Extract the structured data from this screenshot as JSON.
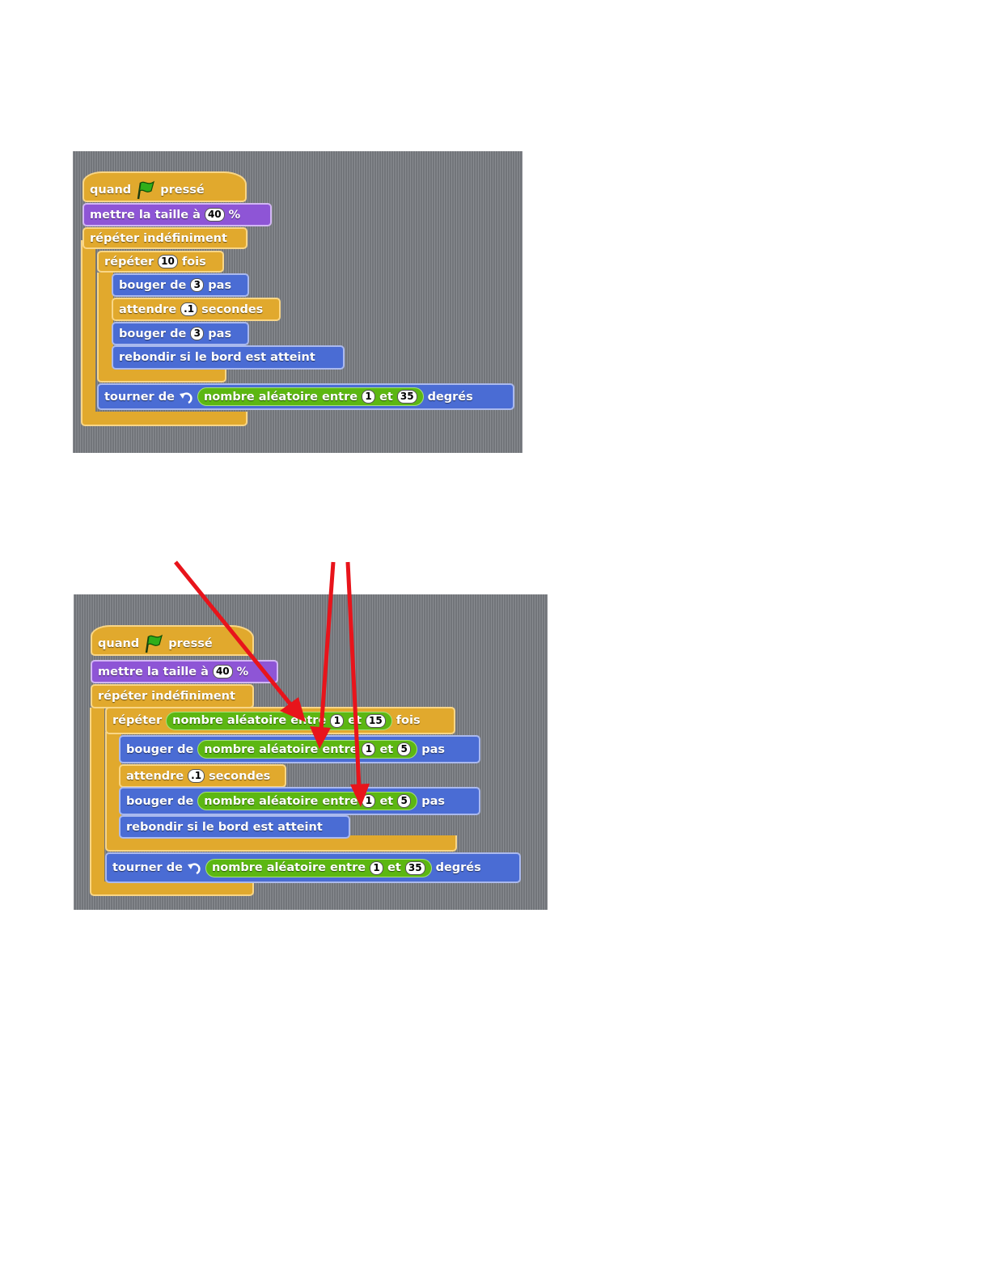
{
  "script1": {
    "hat": {
      "when": "quand",
      "pressed": "pressé",
      "flag_icon": "green-flag-icon"
    },
    "set_size": {
      "label": "mettre la taille à",
      "value": "40",
      "unit": "%"
    },
    "forever": {
      "label": "répéter indéfiniment"
    },
    "repeat": {
      "label": "répéter",
      "times": "10",
      "suffix": "fois"
    },
    "move1": {
      "label": "bouger de",
      "value": "3",
      "suffix": "pas"
    },
    "wait": {
      "label": "attendre",
      "value": ".1",
      "suffix": "secondes"
    },
    "move2": {
      "label": "bouger de",
      "value": "3",
      "suffix": "pas"
    },
    "bounce": {
      "label": "rebondir si le bord est atteint"
    },
    "turn": {
      "label": "tourner de",
      "random_label": "nombre aléatoire entre",
      "min": "1",
      "and": "et",
      "max": "35",
      "suffix": "degrés",
      "rotate_icon": "rotate-left-icon"
    }
  },
  "script2": {
    "hat": {
      "when": "quand",
      "pressed": "pressé",
      "flag_icon": "green-flag-icon"
    },
    "set_size": {
      "label": "mettre la taille à",
      "value": "40",
      "unit": "%"
    },
    "forever": {
      "label": "répéter indéfiniment"
    },
    "repeat": {
      "label": "répéter",
      "random_label": "nombre aléatoire entre",
      "min": "1",
      "and": "et",
      "max": "15",
      "suffix": "fois"
    },
    "move1": {
      "label": "bouger de",
      "random_label": "nombre aléatoire entre",
      "min": "1",
      "and": "et",
      "max": "5",
      "suffix": "pas"
    },
    "wait": {
      "label": "attendre",
      "value": ".1",
      "suffix": "secondes"
    },
    "move2": {
      "label": "bouger de",
      "random_label": "nombre aléatoire entre",
      "min": "1",
      "and": "et",
      "max": "5",
      "suffix": "pas"
    },
    "bounce": {
      "label": "rebondir si le bord est atteint"
    },
    "turn": {
      "label": "tourner de",
      "random_label": "nombre aléatoire entre",
      "min": "1",
      "and": "et",
      "max": "35",
      "suffix": "degrés",
      "rotate_icon": "rotate-left-icon"
    }
  },
  "annotations": {
    "arrow_color": "#e8141b",
    "arrow_count": 3
  },
  "colors": {
    "control": "#e1a92d",
    "looks": "#8e55d6",
    "motion": "#4a6cd4",
    "operators": "#5cb712",
    "canvas": "#7c7f84"
  }
}
